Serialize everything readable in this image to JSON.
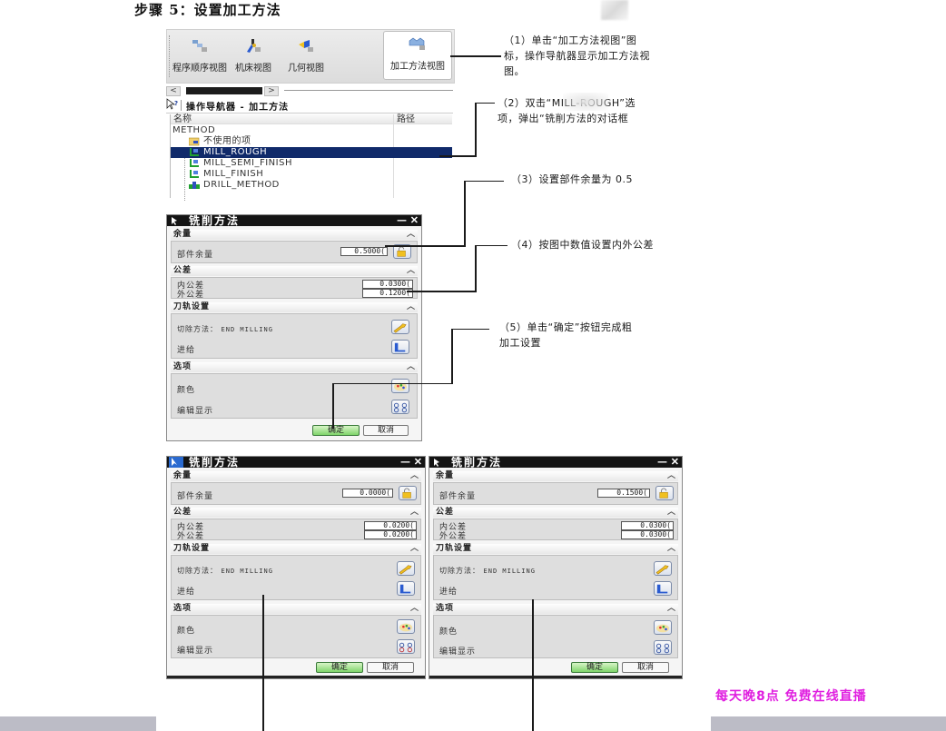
{
  "step_title": "步骤 5：设置加工方法",
  "toolbar": {
    "buttons": [
      {
        "label": "程序顺序视图",
        "icon": "program-order-view-icon",
        "active": false
      },
      {
        "label": "机床视图",
        "icon": "machine-tool-view-icon",
        "active": false
      },
      {
        "label": "几何视图",
        "icon": "geometry-view-icon",
        "active": false
      },
      {
        "label": "加工方法视图",
        "icon": "machining-method-view-icon",
        "active": true
      }
    ]
  },
  "navigator": {
    "title": "操作导航器 - 加工方法",
    "columns": [
      "名称",
      "路径"
    ],
    "items": [
      {
        "label": "METHOD",
        "level": 0,
        "icon": ""
      },
      {
        "label": "不使用的项",
        "level": 1,
        "icon": "unused-folder-icon"
      },
      {
        "label": "MILL_ROUGH",
        "level": 1,
        "icon": "mill-method-icon",
        "selected": true
      },
      {
        "label": "MILL_SEMI_FINISH",
        "level": 1,
        "icon": "mill-method-icon"
      },
      {
        "label": "MILL_FINISH",
        "level": 1,
        "icon": "mill-method-icon"
      },
      {
        "label": "DRILL_METHOD",
        "level": 1,
        "icon": "drill-method-icon"
      }
    ]
  },
  "dialogs": [
    {
      "id": "rough",
      "title": "铣削方法",
      "sections": {
        "stock": {
          "header": "余量",
          "part_stock_label": "部件余量",
          "part_stock_value": "0.5000("
        },
        "tolerance": {
          "header": "公差",
          "intol_label": "内公差",
          "intol_value": "0.0300(",
          "outtol_label": "外公差",
          "outtol_value": "0.1200("
        },
        "toolpath": {
          "header": "刀轨设置",
          "cut_method_label": "切除方法：",
          "cut_method_value": "END MILLING",
          "feed_label": "进给"
        },
        "options": {
          "header": "选项",
          "color_label": "颜色",
          "edit_display_label": "编辑显示"
        }
      },
      "ok_label": "确定",
      "cancel_label": "取消"
    },
    {
      "id": "finish",
      "title": "铣削方法",
      "sections": {
        "stock": {
          "header": "余量",
          "part_stock_label": "部件余量",
          "part_stock_value": "0.0000("
        },
        "tolerance": {
          "header": "公差",
          "intol_label": "内公差",
          "intol_value": "0.0200(",
          "outtol_label": "外公差",
          "outtol_value": "0.0200("
        },
        "toolpath": {
          "header": "刀轨设置",
          "cut_method_label": "切除方法：",
          "cut_method_value": "END MILLING",
          "feed_label": "进给"
        },
        "options": {
          "header": "选项",
          "color_label": "颜色",
          "edit_display_label": "编辑显示"
        }
      },
      "ok_label": "确定",
      "cancel_label": "取消"
    },
    {
      "id": "semi",
      "title": "铣削方法",
      "sections": {
        "stock": {
          "header": "余量",
          "part_stock_label": "部件余量",
          "part_stock_value": "0.1500("
        },
        "tolerance": {
          "header": "公差",
          "intol_label": "内公差",
          "intol_value": "0.0300(",
          "outtol_label": "外公差",
          "outtol_value": "0.0300("
        },
        "toolpath": {
          "header": "刀轨设置",
          "cut_method_label": "切除方法：",
          "cut_method_value": "END MILLING",
          "feed_label": "进给"
        },
        "options": {
          "header": "选项",
          "color_label": "颜色",
          "edit_display_label": "编辑显示"
        }
      },
      "ok_label": "确定",
      "cancel_label": "取消"
    }
  ],
  "annotations": [
    {
      "n": "1",
      "line1": "（1）单击“加工方法视图”图",
      "line2": "标，操作导航器显示加工方法视",
      "line3": "图。"
    },
    {
      "n": "2",
      "line1": "（2）双击“MILL-ROUGH”选",
      "line2": "项，弹出“铣削方法的对话框"
    },
    {
      "n": "3",
      "line1": "（3）设置部件余量为 0.5"
    },
    {
      "n": "4",
      "line1": "（4）按图中数值设置内外公差"
    },
    {
      "n": "5",
      "line1": "（5）单击“确定”按钮完成粗",
      "line2": "加工设置"
    }
  ],
  "promo": "每天晚8点 免费在线直播",
  "colors": {
    "selection": "#102a6a",
    "title_bar": "#141414",
    "ok_green": "#7fd46a",
    "promo_magenta": "#e020e0",
    "footer_bar": "#bcbcc6"
  }
}
